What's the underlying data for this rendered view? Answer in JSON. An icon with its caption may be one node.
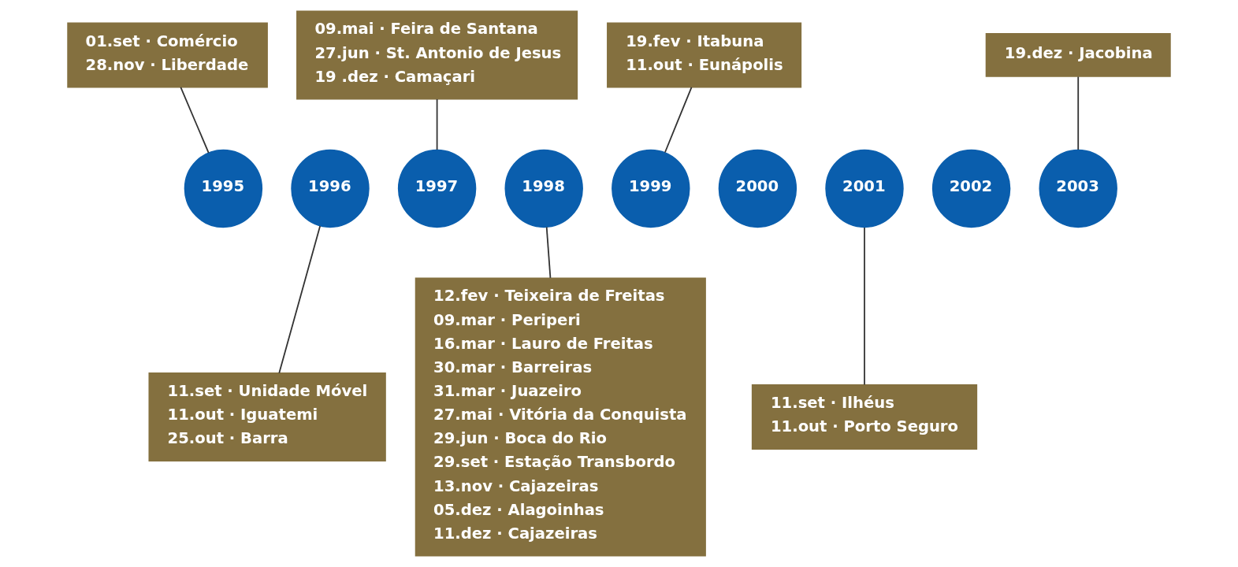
{
  "diagram": {
    "nodes": [
      {
        "text": [
          "1995"
        ]
      },
      {
        "text": [
          "1996"
        ]
      },
      {
        "text": [
          "1997"
        ]
      },
      {
        "text": [
          "1998"
        ]
      },
      {
        "text": [
          "1999"
        ]
      },
      {
        "text": [
          "2000"
        ]
      },
      {
        "text": [
          "2001"
        ]
      },
      {
        "text": [
          "2002"
        ]
      },
      {
        "text": [
          "2003"
        ]
      },
      {
        "text": [
          "01.set · Comércio",
          "28.nov · Liberdade"
        ]
      },
      {
        "text": [
          "09.mai · Feira de Santana",
          "27.jun · St. Antonio de Jesus",
          "19 .dez · Camaçari"
        ]
      },
      {
        "text": [
          "19.fev · Itabuna",
          "11.out · Eunápolis"
        ]
      },
      {
        "text": [
          "19.dez · Jacobina"
        ]
      },
      {
        "text": [
          "11.set · Unidade Móvel",
          "11.out · Iguatemi",
          "25.out · Barra"
        ]
      },
      {
        "text": [
          "12.fev · Teixeira de Freitas",
          "09.mar · Periperi",
          "16.mar · Lauro de Freitas",
          "30.mar · Barreiras",
          "31.mar · Juazeiro",
          "27.mai · Vitória da Conquista",
          "29.jun · Boca do Rio",
          "29.set · Estação Transbordo",
          "13.nov · Cajazeiras",
          "05.dez · Alagoinhas",
          "11.dez · Cajazeiras"
        ]
      },
      {
        "text": [
          "11.set · Ilhéus",
          "11.out · Porto Seguro"
        ]
      }
    ],
    "edges": [
      {
        "from": 9,
        "to": 0,
        "arrow": "none"
      },
      {
        "from": 10,
        "to": 2,
        "arrow": "none"
      },
      {
        "from": 11,
        "to": 4,
        "arrow": "none"
      },
      {
        "from": 12,
        "to": 8,
        "arrow": "none"
      },
      {
        "from": 1,
        "to": 13,
        "arrow": "none"
      },
      {
        "from": 3,
        "to": 14,
        "arrow": "none"
      },
      {
        "from": 6,
        "to": 15,
        "arrow": "none"
      }
    ]
  }
}
